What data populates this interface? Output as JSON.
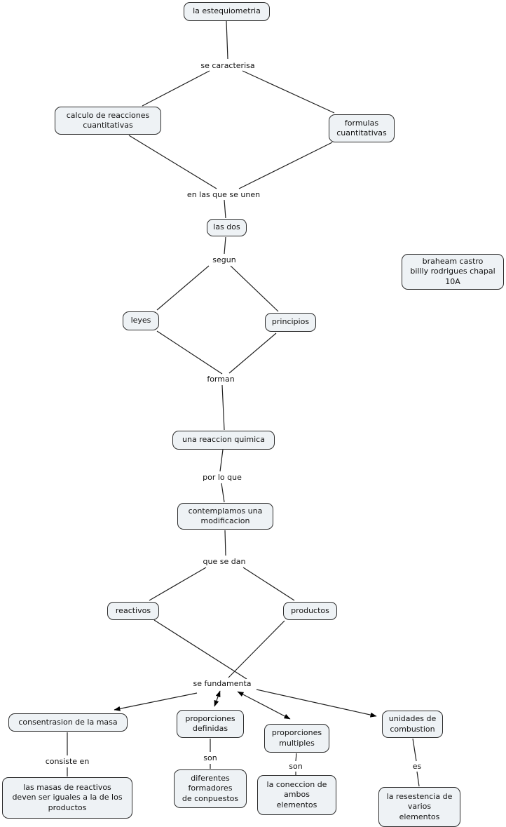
{
  "diagram": {
    "type": "concept-map",
    "topic": "la estequiometria",
    "colors": {
      "background": "#ffffff",
      "node_fill": "#eef2f5",
      "node_border": "#2b2b2b",
      "line": "#1f1f1f",
      "text": "#111111"
    }
  },
  "nodes": {
    "estequiometria": "la estequiometria",
    "calculo_reacciones": "calculo de reacciones\ncuantitativas",
    "formulas_cuantitativas": "formulas\ncuantitativas",
    "las_dos": "las dos",
    "leyes": "leyes",
    "principios": "principios",
    "una_reaccion_quimica": "una reaccion quimica",
    "contemplamos_modificacion": "contemplamos una\nmodificacion",
    "reactivos": "reactivos",
    "productos": "productos",
    "consentrasion_masa": "consentrasion de la masa",
    "proporciones_definidas": "proporciones\ndefinidas",
    "proporciones_multiples": "proporciones\nmultiples",
    "unidades_combustion": "unidades de\ncombustion",
    "masas_iguales": "las masas de reactivos\ndeven ser iguales a la de los\nproductos",
    "diferentes_formadores": "diferentes\nformadores\nde conpuestos",
    "coneccion_elementos": "la coneccion de\nambos\nelementos",
    "resestencia_elementos": "la resestencia de\nvarios\nelementos",
    "author": "braheam castro\nbillly rodrigues chapal\n10A"
  },
  "link_labels": {
    "se_caracterisa": "se caracterisa",
    "en_las_que_se_unen": "en las que se unen",
    "segun": "segun",
    "forman": "forman",
    "por_lo_que": "por lo que",
    "que_se_dan": "que se dan",
    "se_fundamenta": "se fundamenta",
    "consiste_en": "consiste en",
    "son_definidas": "son",
    "son_multiples": "son",
    "es": "es"
  }
}
